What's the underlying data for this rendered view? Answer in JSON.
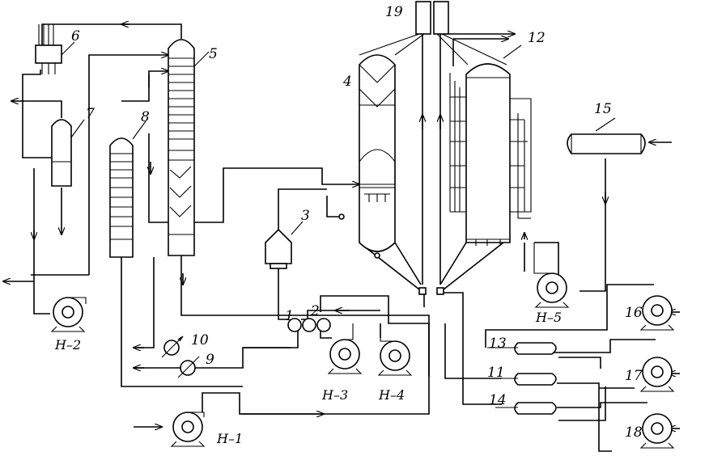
{
  "labels": {
    "n1": "1",
    "n2": "2",
    "n3": "3",
    "n4": "4",
    "n5": "5",
    "n6": "6",
    "n7": "7",
    "n8": "8",
    "n9": "9",
    "n10": "10",
    "n11": "11",
    "n12": "12",
    "n13": "13",
    "n14": "14",
    "n15": "15",
    "n16": "16",
    "n17": "17",
    "n18": "18",
    "n19": "19",
    "h1": "Н–1",
    "h2": "Н–2",
    "h3": "Н–3",
    "h4": "Н–4",
    "h5": "Н–5"
  },
  "icons": [
    "pump-icon",
    "heat-exchanger-icon",
    "column-icon",
    "flow-arrow-icon"
  ]
}
